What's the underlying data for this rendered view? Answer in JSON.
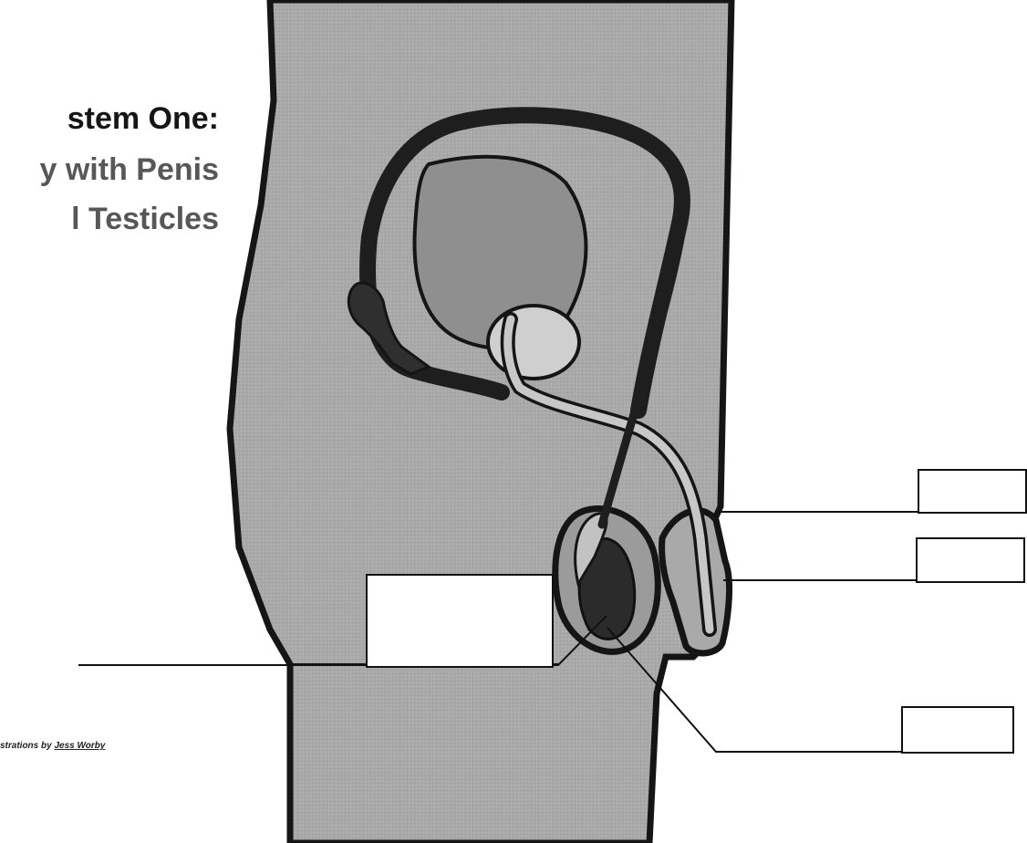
{
  "title": {
    "line1": "stem One:",
    "line2": "y with Penis",
    "line3": "l Testicles"
  },
  "credit": {
    "prefix": "strations by ",
    "author": "Jess Worby"
  },
  "colors": {
    "body_fill": "#a9a9a9",
    "outline": "#151515",
    "bladder_fill": "#8f8f8f",
    "prostate_fill": "#cfcfcf",
    "urethra_fill": "#c7c7c7",
    "testicle_fill": "#2b2b2b",
    "scrotum_fill": "#9b9b9b"
  },
  "label_boxes": [
    {
      "id": "box-1",
      "text": ""
    },
    {
      "id": "box-2",
      "text": ""
    },
    {
      "id": "box-3",
      "text": ""
    },
    {
      "id": "box-4",
      "text": ""
    }
  ]
}
